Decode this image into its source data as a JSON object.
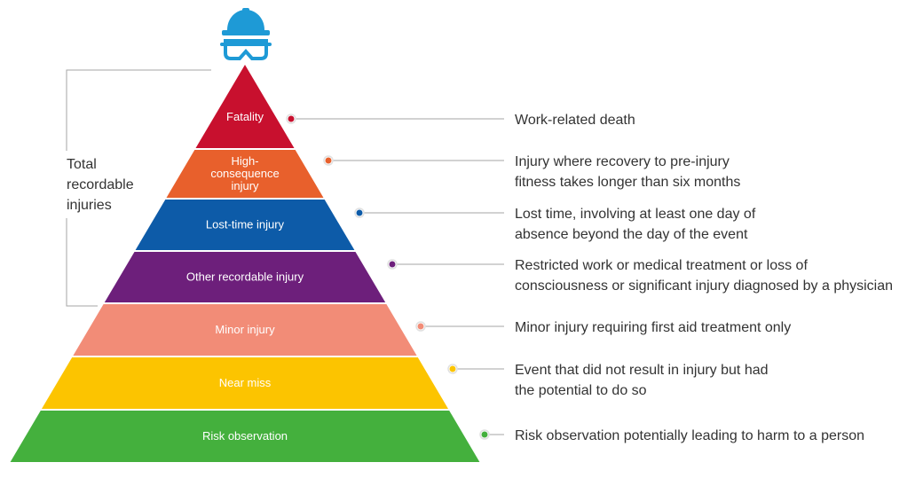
{
  "bracket": {
    "label_lines": [
      "Total",
      "recordable",
      "injuries"
    ]
  },
  "colors": {
    "connector": "#a6a6a6",
    "icon": "#1e9ad6",
    "text": "#333333"
  },
  "icon": {
    "name": "hard-hat-goggles-icon"
  },
  "layers": [
    {
      "key": "fatality",
      "label_lines": [
        "Fatality"
      ],
      "color": "#c8102e",
      "description_lines": [
        "Work-related death"
      ]
    },
    {
      "key": "high-consequence-injury",
      "label_lines": [
        "High-",
        "consequence",
        "injury"
      ],
      "color": "#e8602c",
      "description_lines": [
        "Injury where recovery to pre-injury",
        "fitness takes longer than six months"
      ]
    },
    {
      "key": "lost-time-injury",
      "label_lines": [
        "Lost-time injury"
      ],
      "color": "#0d5ba8",
      "description_lines": [
        "Lost time, involving at least one day of",
        "absence beyond the day of the event"
      ]
    },
    {
      "key": "other-recordable-injury",
      "label_lines": [
        "Other recordable injury"
      ],
      "color": "#6d1f7b",
      "description_lines": [
        "Restricted work or medical treatment or loss of",
        "consciousness or significant injury diagnosed by a physician"
      ]
    },
    {
      "key": "minor-injury",
      "label_lines": [
        "Minor injury"
      ],
      "color": "#f28c77",
      "description_lines": [
        "Minor injury requiring first aid treatment only"
      ]
    },
    {
      "key": "near-miss",
      "label_lines": [
        "Near miss"
      ],
      "color": "#fcc400",
      "description_lines": [
        "Event that did not result in injury but had",
        "the potential to do so"
      ]
    },
    {
      "key": "risk-observation",
      "label_lines": [
        "Risk observation"
      ],
      "color": "#44b03d",
      "description_lines": [
        "Risk observation potentially leading to harm to a person"
      ]
    }
  ]
}
